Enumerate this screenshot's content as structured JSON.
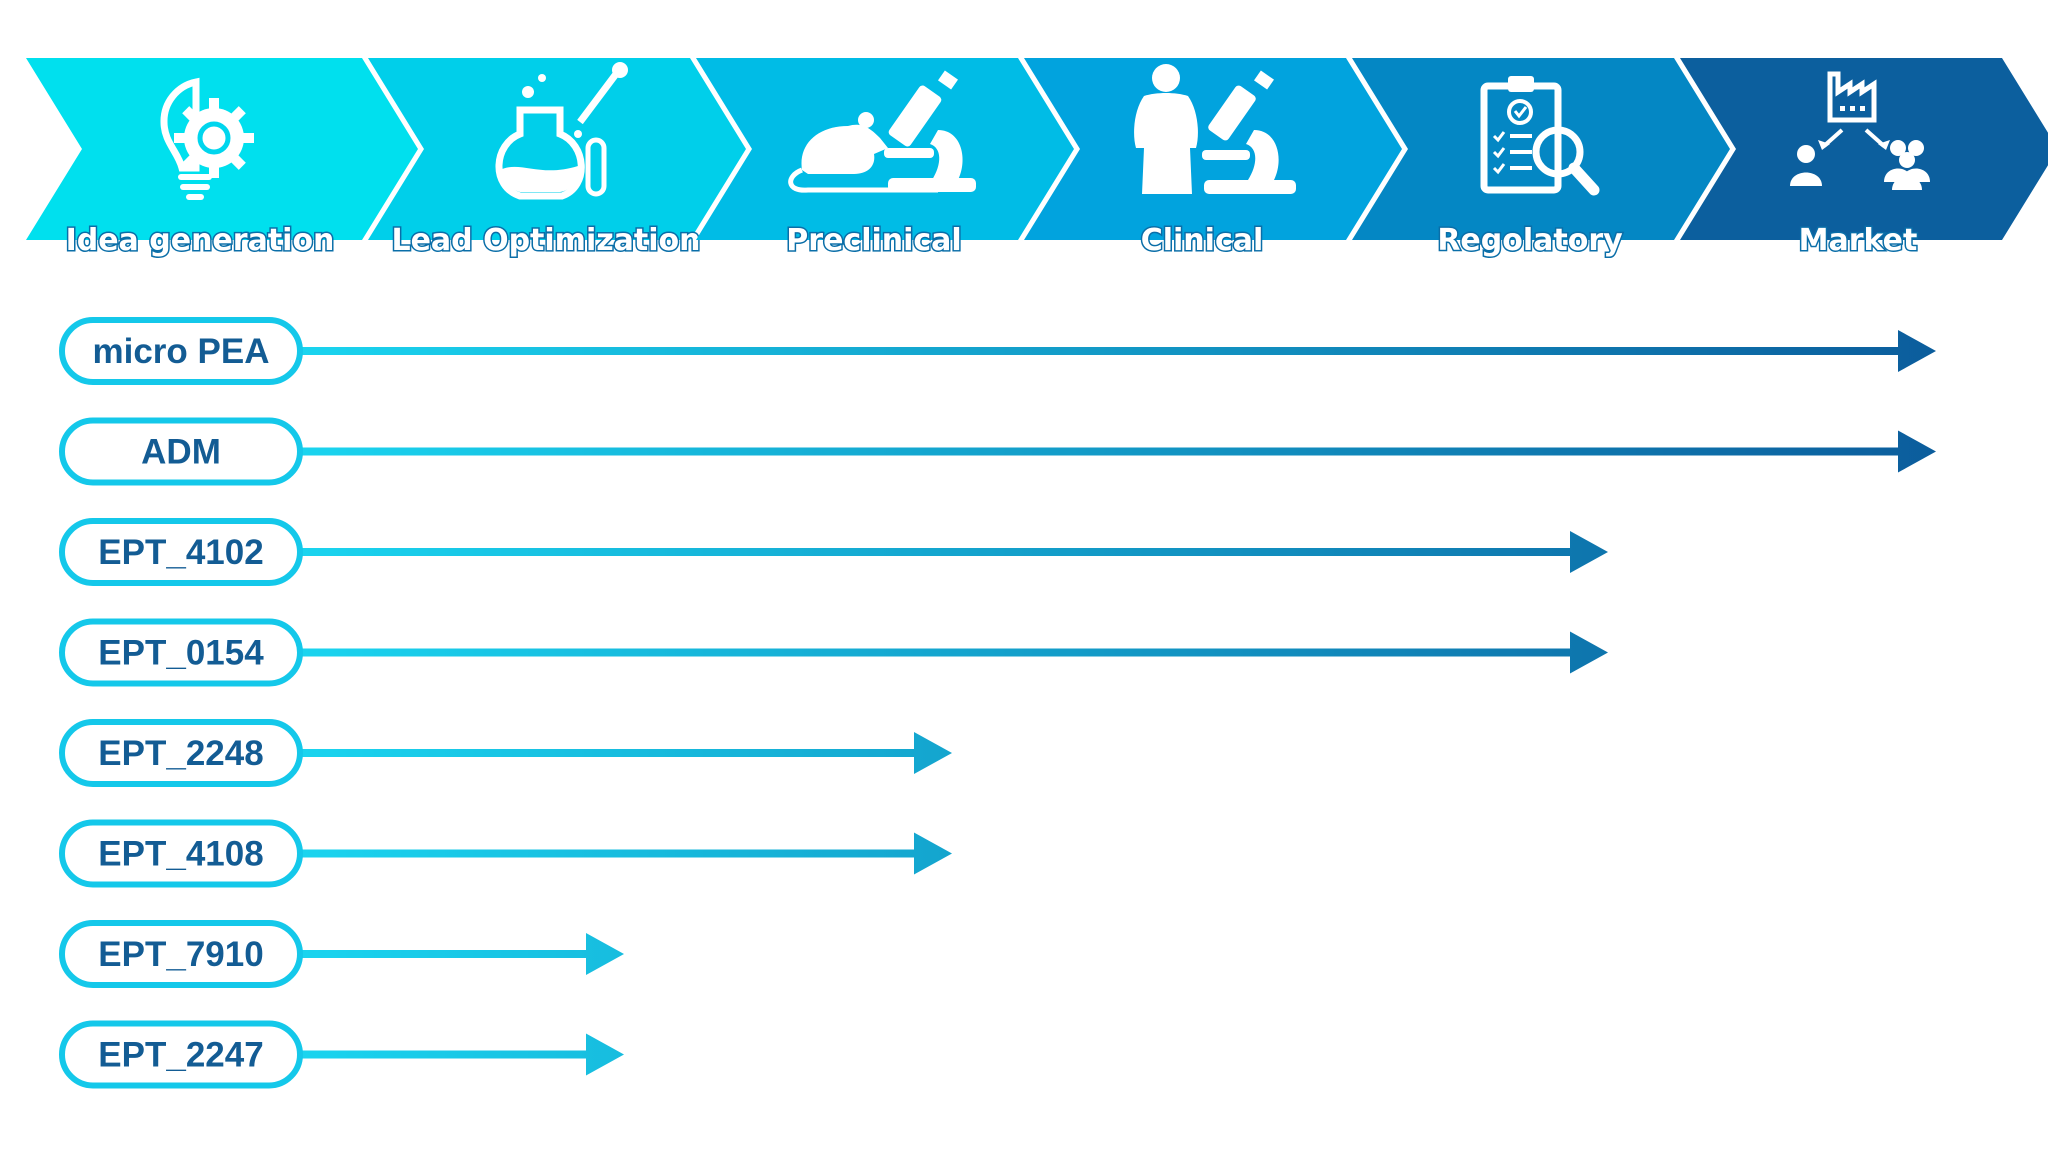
{
  "stages": [
    {
      "label": "Idea generation",
      "color": "#00e0ee",
      "icon": "lightbulb-gear-icon"
    },
    {
      "label": "Lead Optimization",
      "color": "#00cfea",
      "icon": "flask-pipette-icon"
    },
    {
      "label": "Preclinical",
      "color": "#00bce6",
      "icon": "rat-microscope-icon"
    },
    {
      "label": "Clinical",
      "color": "#01a3de",
      "icon": "human-microscope-icon"
    },
    {
      "label": "Regolatory",
      "color": "#0487c4",
      "icon": "clipboard-magnifier-icon"
    },
    {
      "label": "Market",
      "color": "#0c5f9e",
      "icon": "factory-people-icon"
    }
  ],
  "pipeline": [
    {
      "name": "micro PEA",
      "reached_stage": 6
    },
    {
      "name": "ADM",
      "reached_stage": 6
    },
    {
      "name": "EPT_4102",
      "reached_stage": 5
    },
    {
      "name": "EPT_0154",
      "reached_stage": 5
    },
    {
      "name": "EPT_2248",
      "reached_stage": 3
    },
    {
      "name": "EPT_4108",
      "reached_stage": 3
    },
    {
      "name": "EPT_7910",
      "reached_stage": 2
    },
    {
      "name": "EPT_2247",
      "reached_stage": 2
    }
  ],
  "colors": {
    "pill_border": "#14c8ea",
    "pill_text": "#135c94",
    "arrow_start": "#1ad4ef",
    "arrow_end": "#0b5b9b"
  }
}
